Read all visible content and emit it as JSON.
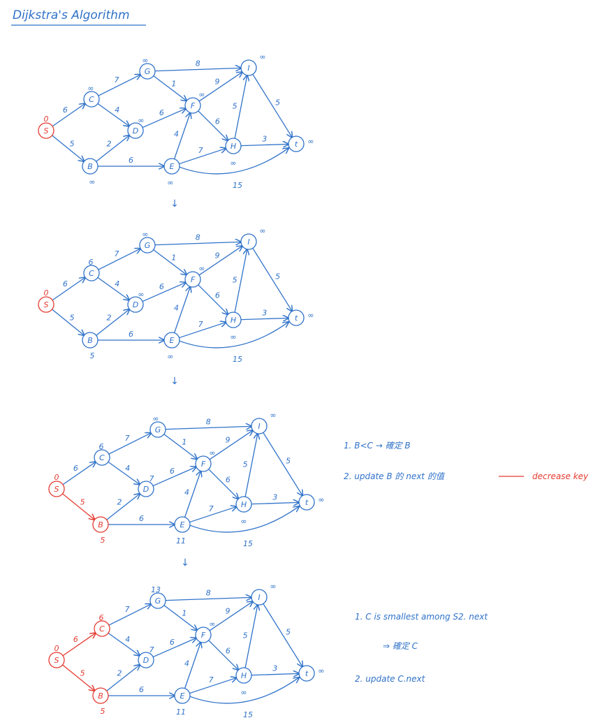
{
  "title": "Dijkstra's Algorithm",
  "colors": {
    "blue": "#2f72c9",
    "red": "#e43a2f"
  },
  "graph": {
    "nodes": [
      "S",
      "C",
      "B",
      "D",
      "G",
      "E",
      "F",
      "H",
      "I",
      "t"
    ],
    "edges": [
      {
        "from": "S",
        "to": "C",
        "w": "6"
      },
      {
        "from": "S",
        "to": "B",
        "w": "5"
      },
      {
        "from": "C",
        "to": "G",
        "w": "7"
      },
      {
        "from": "C",
        "to": "D",
        "w": "4"
      },
      {
        "from": "B",
        "to": "D",
        "w": "2"
      },
      {
        "from": "B",
        "to": "E",
        "w": "6"
      },
      {
        "from": "D",
        "to": "F",
        "w": "6"
      },
      {
        "from": "G",
        "to": "F",
        "w": "1"
      },
      {
        "from": "G",
        "to": "I",
        "w": "8"
      },
      {
        "from": "F",
        "to": "I",
        "w": "9"
      },
      {
        "from": "E",
        "to": "F",
        "w": "4"
      },
      {
        "from": "F",
        "to": "H",
        "w": "6"
      },
      {
        "from": "E",
        "to": "H",
        "w": "7"
      },
      {
        "from": "H",
        "to": "I",
        "w": "5"
      },
      {
        "from": "I",
        "to": "t",
        "w": "5"
      },
      {
        "from": "H",
        "to": "t",
        "w": "3"
      },
      {
        "from": "E",
        "to": "t",
        "w": "15",
        "curve": true
      }
    ]
  },
  "steps": [
    {
      "distances": {
        "S": "0",
        "C": "∞",
        "B": "∞",
        "D": "∞",
        "G": "∞",
        "E": "∞",
        "F": "∞",
        "H": "∞",
        "I": "∞",
        "t": "∞"
      },
      "red_nodes": [
        "S"
      ],
      "red_edges": [],
      "notes": []
    },
    {
      "distances": {
        "S": "0",
        "C": "6",
        "B": "5",
        "D": "∞",
        "G": "∞",
        "E": "∞",
        "F": "∞",
        "H": "∞",
        "I": "∞",
        "t": "∞"
      },
      "red_nodes": [
        "S"
      ],
      "red_edges": [],
      "notes": []
    },
    {
      "distances": {
        "S": "0",
        "C": "6",
        "B": "5",
        "D": "7",
        "G": "∞",
        "E": "11",
        "F": "∞",
        "H": "∞",
        "I": "∞",
        "t": "∞"
      },
      "red_nodes": [
        "S",
        "B"
      ],
      "red_edges": [
        "S-B"
      ],
      "notes": [
        {
          "text": "1. B<C → 確定 B",
          "color": "blue"
        },
        {
          "text": "2. update B 的 next 的值",
          "color": "blue",
          "tail": "decrease key"
        }
      ]
    },
    {
      "distances": {
        "S": "0",
        "C": "6",
        "B": "5",
        "D": "7",
        "G": "13",
        "E": "11",
        "F": "∞",
        "H": "∞",
        "I": "∞",
        "t": "∞"
      },
      "red_nodes": [
        "S",
        "B",
        "C"
      ],
      "red_edges": [
        "S-B",
        "S-C"
      ],
      "notes": [
        {
          "text": "1. C is smallest among S2. next",
          "color": "blue"
        },
        {
          "text": "⇒ 確定 C",
          "color": "blue",
          "indent": true
        },
        {
          "text": "2. update C.next",
          "color": "blue"
        }
      ]
    }
  ],
  "arrow_symbol": "↓"
}
